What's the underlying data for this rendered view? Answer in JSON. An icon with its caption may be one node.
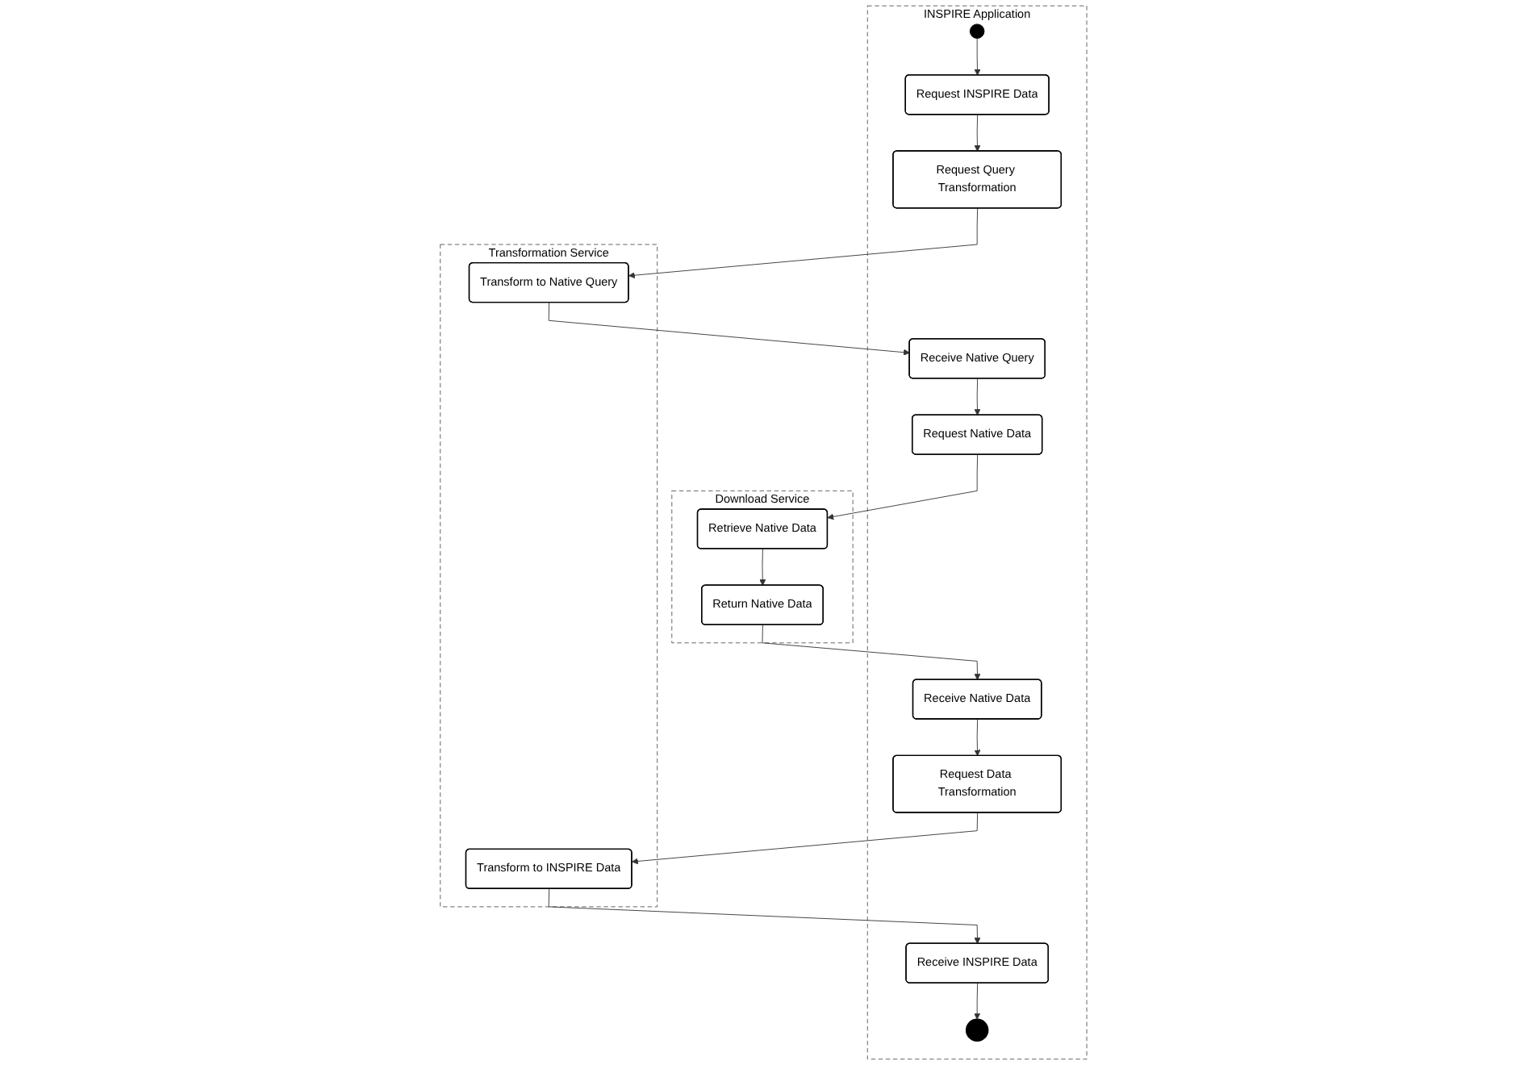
{
  "diagram": {
    "nodes": [
      {
        "text": [
          "INSPIRE Application"
        ]
      },
      {
        "text": [],
        "shape": "circle",
        "in": 0
      },
      {
        "text": [
          "Request INSPIRE Data"
        ],
        "in": 0
      },
      {
        "text": [
          "Request Query Transformation"
        ],
        "in": 0
      },
      {
        "text": [
          "Receive Native Query"
        ],
        "in": 0
      },
      {
        "text": [
          "Request Native Data"
        ],
        "in": 0
      },
      {
        "text": [
          "Receive Native Data"
        ],
        "in": 0
      },
      {
        "text": [
          "Request Data Transformation"
        ],
        "in": 0
      },
      {
        "text": [
          "Receive INSPIRE Data"
        ],
        "in": 0
      },
      {
        "text": [],
        "shape": "circle",
        "in": 0
      },
      {
        "text": [
          "Download Service"
        ]
      },
      {
        "text": [
          "Retrieve Native Data"
        ],
        "in": 10
      },
      {
        "text": [
          "Return Native Data"
        ],
        "in": 10
      },
      {
        "text": [
          "Transformation Service"
        ]
      },
      {
        "text": [
          "Transform to Native Query"
        ],
        "in": 13
      },
      {
        "text": [
          "Transform to INSPIRE Data"
        ],
        "in": 13
      }
    ],
    "edges": [
      {
        "from": 1,
        "to": 2,
        "arrow": "to"
      },
      {
        "from": 2,
        "to": 3,
        "arrow": "to"
      },
      {
        "from": 3,
        "to": 14,
        "arrow": "to"
      },
      {
        "from": 14,
        "to": 4,
        "arrow": "to"
      },
      {
        "from": 4,
        "to": 5,
        "arrow": "to"
      },
      {
        "from": 5,
        "to": 11,
        "arrow": "to"
      },
      {
        "from": 11,
        "to": 12,
        "arrow": "to"
      },
      {
        "from": 12,
        "to": 6,
        "arrow": "to"
      },
      {
        "from": 6,
        "to": 7,
        "arrow": "to"
      },
      {
        "from": 7,
        "to": 15,
        "arrow": "to"
      },
      {
        "from": 15,
        "to": 8,
        "arrow": "to"
      },
      {
        "from": 8,
        "to": 9,
        "arrow": "to"
      }
    ]
  }
}
